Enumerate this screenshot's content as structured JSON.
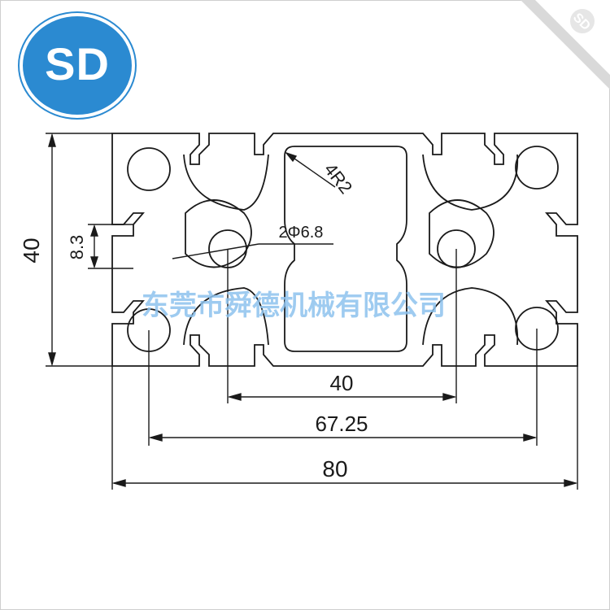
{
  "logo": {
    "text": "SD"
  },
  "corner_badge": {
    "text": "SD"
  },
  "watermark": {
    "text": "东莞市舜德机械有限公司"
  },
  "dimensions": {
    "height": "40",
    "slot_opening": "8.3",
    "fillet": "4R2",
    "holes": "2Φ6.8",
    "inner_spacing": "40",
    "hole_spacing": "67.25",
    "width": "80"
  },
  "colors": {
    "brand": "#2b8ad1",
    "watermark": "#8ec3ee",
    "line": "#1a1a1a"
  }
}
